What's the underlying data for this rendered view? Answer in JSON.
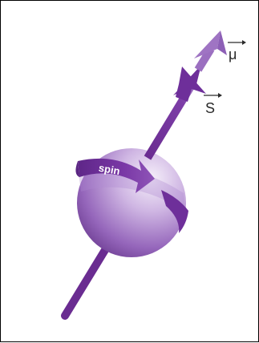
{
  "diagram": {
    "labels": {
      "mu": "μ",
      "s": "S",
      "spin": "spin"
    },
    "colors": {
      "axis_dark": "#6a2c91",
      "axis_light": "#9b6fc0",
      "sphere_light": "#f4eef9",
      "sphere_mid": "#b693d1",
      "sphere_dark": "#6a3a8f",
      "band": "#6e2f9a",
      "label": "#2a2a2a"
    }
  }
}
